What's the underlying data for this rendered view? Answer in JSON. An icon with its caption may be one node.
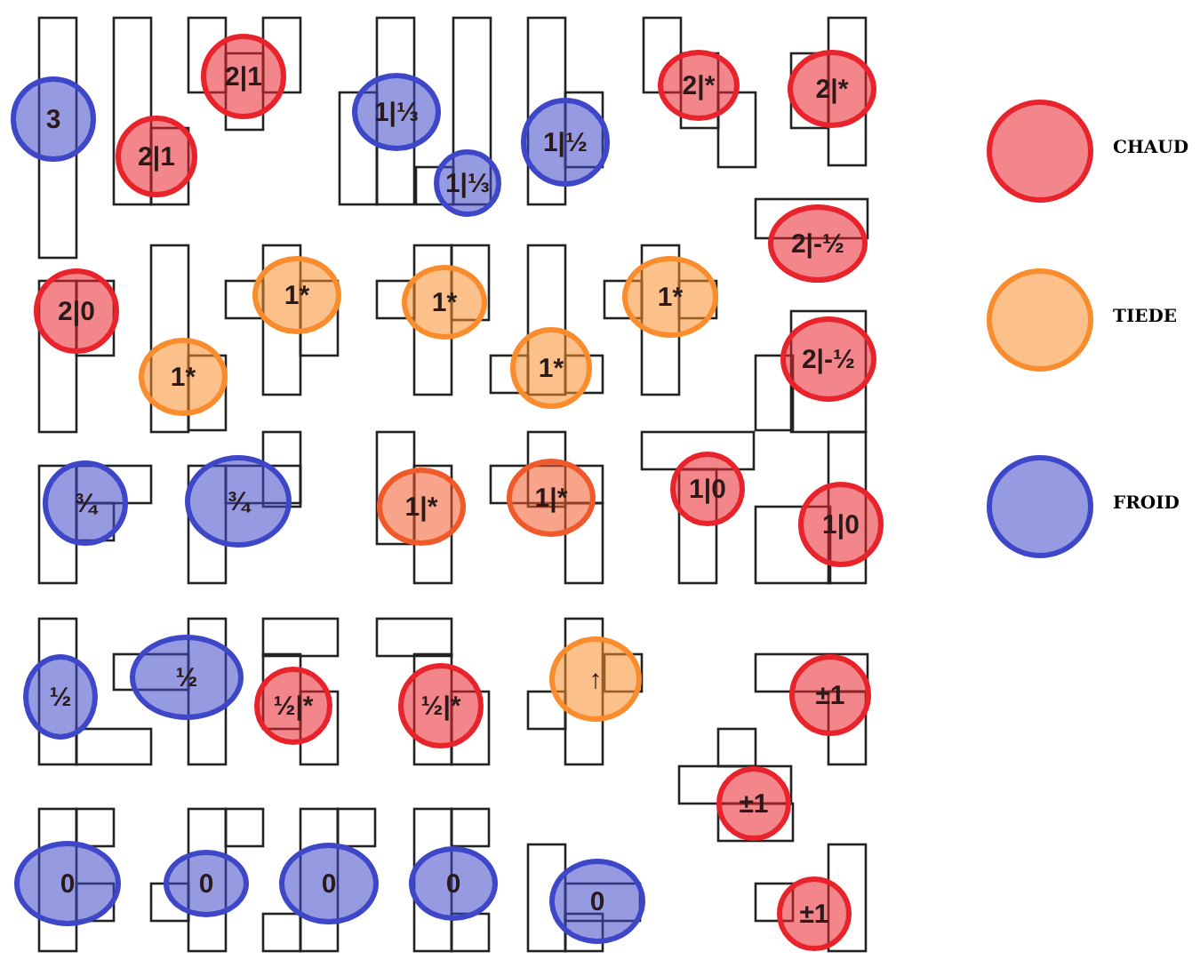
{
  "diagram": {
    "nodes": [
      {
        "text": [
          "3"
        ]
      },
      {
        "text": [
          "2|1"
        ]
      },
      {
        "text": [
          "2|1"
        ]
      },
      {
        "text": [
          "1|⅓"
        ]
      },
      {
        "text": [
          "1|⅓"
        ]
      },
      {
        "text": [
          "1|½"
        ]
      },
      {
        "text": [
          "2|*"
        ]
      },
      {
        "text": [
          "2|*"
        ]
      },
      {
        "text": [
          "2|-½"
        ]
      },
      {
        "text": [
          "2|0"
        ]
      },
      {
        "text": [
          "1*"
        ]
      },
      {
        "text": [
          "1*"
        ]
      },
      {
        "text": [
          "1*"
        ]
      },
      {
        "text": [
          "1*"
        ]
      },
      {
        "text": [
          "1*"
        ]
      },
      {
        "text": [
          "2|-½"
        ]
      },
      {
        "text": [
          "¾"
        ]
      },
      {
        "text": [
          "¾"
        ]
      },
      {
        "text": [
          "1|*"
        ]
      },
      {
        "text": [
          "1|*"
        ]
      },
      {
        "text": [
          "1|0"
        ]
      },
      {
        "text": [
          "1|0"
        ]
      },
      {
        "text": [
          "½"
        ]
      },
      {
        "text": [
          "½"
        ]
      },
      {
        "text": [
          "½|*"
        ]
      },
      {
        "text": [
          "½|*"
        ]
      },
      {
        "text": [
          "↑"
        ]
      },
      {
        "text": [
          "±1"
        ]
      },
      {
        "text": [
          "±1"
        ]
      },
      {
        "text": [
          "0"
        ]
      },
      {
        "text": [
          "0"
        ]
      },
      {
        "text": [
          "0"
        ]
      },
      {
        "text": [
          "0"
        ]
      },
      {
        "text": [
          "0"
        ]
      },
      {
        "text": [
          "±1"
        ]
      }
    ],
    "legend": [
      {
        "text": "CHAUD",
        "color": "#e8232b"
      },
      {
        "text": "TIEDE",
        "color": "#f98c2c"
      },
      {
        "text": "FROID",
        "color": "#3f47c9"
      }
    ]
  }
}
